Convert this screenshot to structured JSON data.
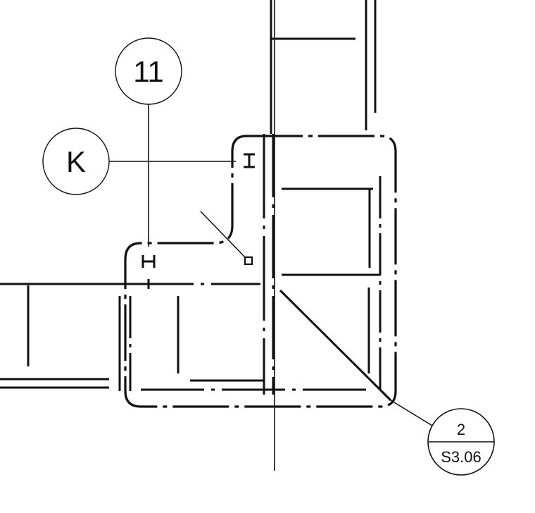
{
  "grid_bubbles": {
    "column": {
      "label": "11"
    },
    "row": {
      "label": "K"
    }
  },
  "section_callout": {
    "number": "2",
    "sheet": "S3.06"
  },
  "colors": {
    "ink": "#111111",
    "background": "#ffffff"
  }
}
